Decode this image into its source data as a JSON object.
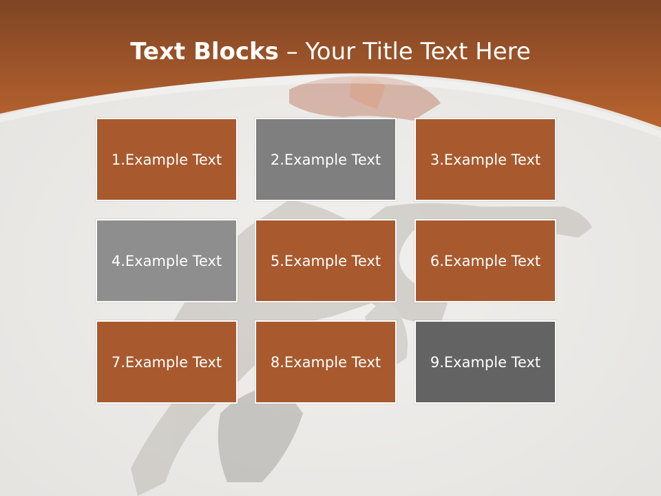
{
  "title": {
    "bold": "Text Blocks",
    "dash": "–",
    "rest": "Your Title Text Here"
  },
  "colors": {
    "brand_orange": "#a85a2e",
    "gray_mid": "#7f7f7f",
    "gray_light": "#8e8e8e",
    "gray_dark": "#636363"
  },
  "blocks": [
    {
      "label": "1.Example Text",
      "color": "#a85a2e"
    },
    {
      "label": "2.Example Text",
      "color": "#7f7f7f"
    },
    {
      "label": "3.Example Text",
      "color": "#a85a2e"
    },
    {
      "label": "4.Example Text",
      "color": "#8e8e8e"
    },
    {
      "label": "5.Example Text",
      "color": "#a85a2e"
    },
    {
      "label": "6.Example Text",
      "color": "#a85a2e"
    },
    {
      "label": "7.Example Text",
      "color": "#a85a2e"
    },
    {
      "label": "8.Example Text",
      "color": "#a85a2e"
    },
    {
      "label": "9.Example Text",
      "color": "#636363"
    }
  ]
}
